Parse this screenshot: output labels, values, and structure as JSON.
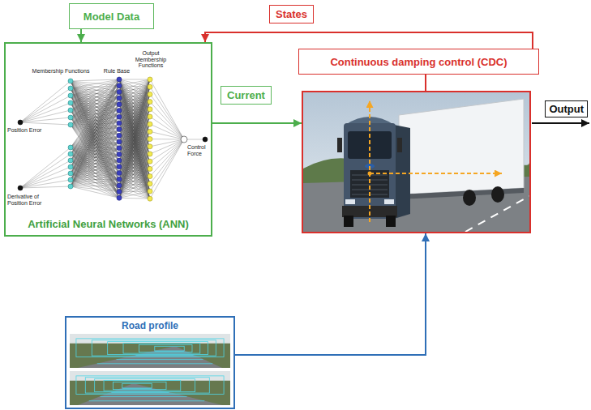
{
  "diagram": {
    "nodes": [
      {
        "text": [
          "Model Data"
        ]
      },
      {
        "text": [
          "Artificial Neural Networks (ANN)"
        ]
      },
      {
        "text": [
          "Continuous damping control (CDC)"
        ]
      },
      {
        "text": []
      },
      {
        "text": [
          "Road profile"
        ]
      }
    ],
    "edges": [
      {
        "from": 0,
        "to": 1,
        "arrow": "to"
      },
      {
        "from": 1,
        "to": 3,
        "arrow": "to",
        "label": "Current"
      },
      {
        "from": 3,
        "to": 2,
        "arrow": "none"
      },
      {
        "from": 2,
        "to": 1,
        "arrow": "to",
        "label": "States"
      },
      {
        "from": 4,
        "to": 3,
        "arrow": "to"
      }
    ],
    "labels": [
      "Membership Functions",
      "Rule Base",
      "Output Membership Functions",
      "Position Error",
      "Derivative of Position Error",
      "Control Force",
      "Output"
    ]
  }
}
